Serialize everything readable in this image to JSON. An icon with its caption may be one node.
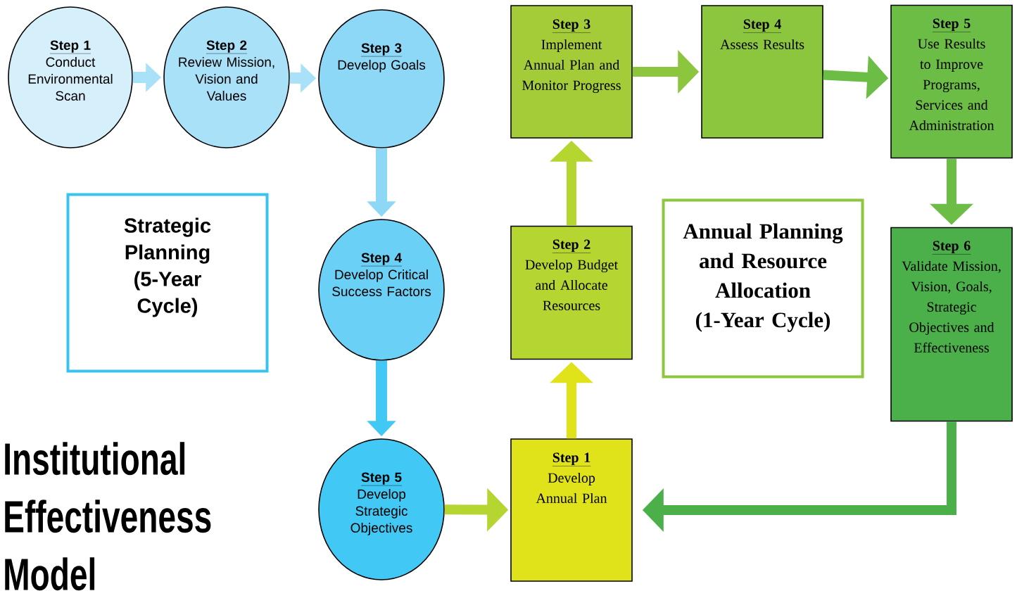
{
  "diagram": {
    "title": "Institutional Effectiveness Model",
    "nodes": [
      {
        "text": [
          "Step 1",
          "Conduct Environmental Scan"
        ]
      },
      {
        "text": [
          "Step 2",
          "Review Mission, Vision and Values"
        ]
      },
      {
        "text": [
          "Step 3",
          "Develop Goals"
        ]
      },
      {
        "text": [
          "Strategic Planning (5-Year Cycle)"
        ]
      },
      {
        "text": [
          "Step 4",
          "Develop Critical Success Factors"
        ]
      },
      {
        "text": [
          "Step 5",
          "Develop Strategic Objectives"
        ]
      },
      {
        "text": [
          "Step 3",
          "Implement Annual Plan and Monitor Progress"
        ]
      },
      {
        "text": [
          "Step 4",
          "Assess Results"
        ]
      },
      {
        "text": [
          "Step 5",
          "Use Results to Improve Programs, Services and Administration"
        ]
      },
      {
        "text": [
          "Step 2",
          "Develop Budget and Allocate Resources"
        ]
      },
      {
        "text": [
          "Annual Planning and Resource Allocation (1-Year Cycle)"
        ]
      },
      {
        "text": [
          "Step 6",
          "Validate Mission, Vision, Goals, Strategic Objectives and Effectiveness"
        ]
      },
      {
        "text": [
          "Step 1",
          "Develop Annual Plan"
        ]
      }
    ],
    "edges": [
      {
        "from": 0,
        "to": 1,
        "arrow": "to",
        "color": "#a9e1f8"
      },
      {
        "from": 1,
        "to": 2,
        "arrow": "to",
        "color": "#a9e1f8"
      },
      {
        "from": 2,
        "to": 4,
        "arrow": "to",
        "color": "#8dd7f7"
      },
      {
        "from": 4,
        "to": 5,
        "arrow": "to",
        "color": "#41c8f4"
      },
      {
        "from": 5,
        "to": 12,
        "arrow": "to",
        "color": "#b5d531"
      },
      {
        "from": 12,
        "to": 9,
        "arrow": "to",
        "color": "#e0e31a"
      },
      {
        "from": 9,
        "to": 6,
        "arrow": "to",
        "color": "#b5d531"
      },
      {
        "from": 6,
        "to": 7,
        "arrow": "to",
        "color": "#8cc63f"
      },
      {
        "from": 7,
        "to": 8,
        "arrow": "to",
        "color": "#6cbd45"
      },
      {
        "from": 8,
        "to": 11,
        "arrow": "to",
        "color": "#6cbd45"
      },
      {
        "from": 11,
        "to": 12,
        "arrow": "to",
        "color": "#4cb04a"
      }
    ]
  }
}
